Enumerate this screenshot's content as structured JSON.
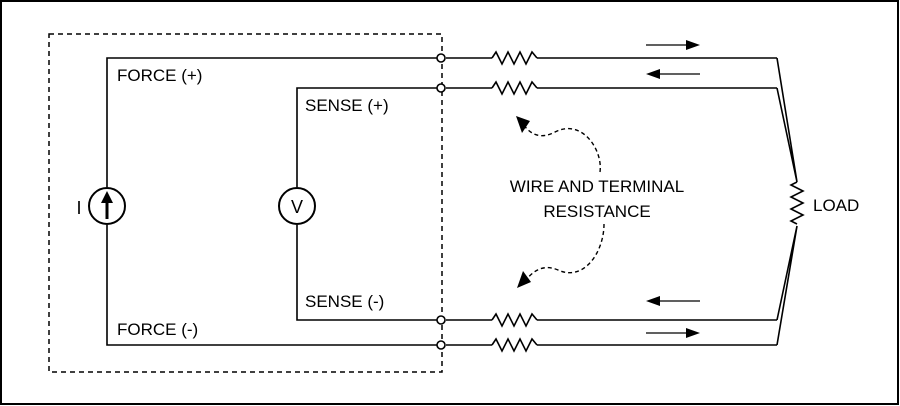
{
  "labels": {
    "force_plus": "FORCE (+)",
    "sense_plus": "SENSE (+)",
    "sense_minus": "SENSE (-)",
    "force_minus": "FORCE (-)",
    "current_source": "I",
    "voltmeter": "V",
    "wire_resistance_line1": "WIRE AND TERMINAL",
    "wire_resistance_line2": "RESISTANCE",
    "load": "LOAD"
  },
  "icons": {
    "current_source": "current-source-icon",
    "voltmeter": "voltmeter-icon",
    "resistor": "resistor-icon",
    "arrow": "arrow-icon"
  },
  "colors": {
    "line": "#000000",
    "background": "#ffffff"
  }
}
